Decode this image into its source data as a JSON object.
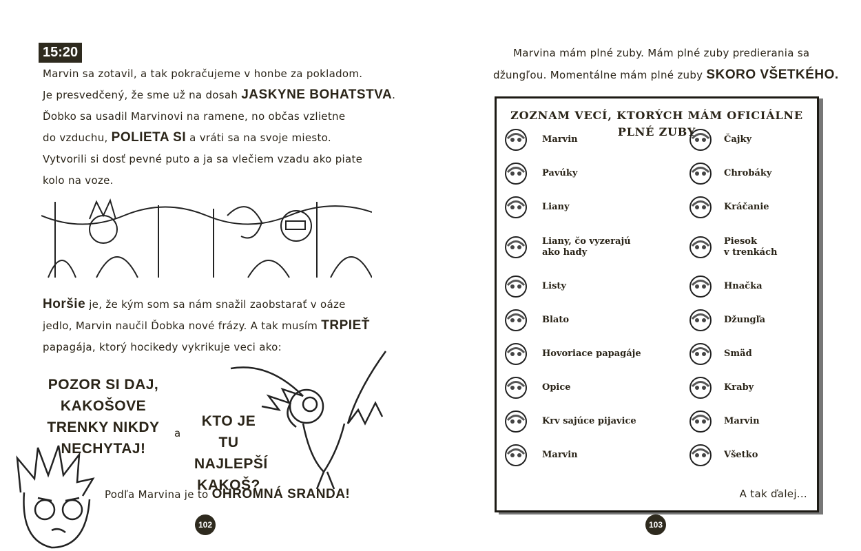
{
  "left_page": {
    "time_badge": "15:20",
    "paragraph1": [
      {
        "pre": "Marvin sa zotavil, a tak pokračujeme v honbe za pokladom.",
        "bold": "",
        "post": ""
      },
      {
        "pre": "Je presvedčený, že sme už na dosah ",
        "bold": "JASKYNE BOHATSTVA",
        "post": "."
      },
      {
        "pre": "      Ďobko sa usadil Marvinovi na ramene, no občas vzlietne",
        "bold": "",
        "post": ""
      },
      {
        "pre": "do vzduchu, ",
        "bold": "POLIETA SI",
        "post": " a vráti sa na svoje miesto."
      },
      {
        "pre": "Vytvorili si dosť pevné puto a ja sa vlečiem vzadu ako piate",
        "bold": "",
        "post": ""
      },
      {
        "pre": "kolo na voze.",
        "bold": "",
        "post": ""
      }
    ],
    "paragraph2": [
      {
        "pre": "      ",
        "bold": "Horšie",
        "post": " je, že kým som sa nám snažil zaobstarať v oáze"
      },
      {
        "pre": "jedlo, Marvin naučil Ďobka nové frázy. A tak musím ",
        "bold": "TRPIEŤ",
        "post": ""
      },
      {
        "pre": "papagája, ktorý hocikedy vykrikuje veci ako:",
        "bold": "",
        "post": ""
      }
    ],
    "shout1": "POZOR SI DAJ, KAKOŠOVE TRENKY NIKDY NECHYTAJ!",
    "connector": "a",
    "shout2": "KTO JE TU NAJLEPŠÍ KAKOŠ?",
    "closing": {
      "pre": "Podľa Marvina je to ",
      "bold": "OHROMNÁ SRANDA!"
    },
    "page_number": "102"
  },
  "right_page": {
    "intro": [
      {
        "pre": "Marvina mám plné zuby. Mám plné zuby predierania sa",
        "bold": ""
      },
      {
        "pre": "džungľou. Momentálne mám plné zuby ",
        "bold": "SKORO VŠETKÉHO."
      }
    ],
    "list_title": [
      "ZOZNAM VECÍ, KTORÝCH MÁM OFICIÁLNE",
      "PLNÉ ZUBY"
    ],
    "left_items": [
      {
        "label": "Marvin",
        "icon": "marvin-face-icon"
      },
      {
        "label": "Pavúky",
        "icon": "spider-icon"
      },
      {
        "label": "Liany",
        "icon": "vine-icon"
      },
      {
        "label": "Liany, čo vyzerajú\nako hady",
        "icon": "snake-vine-icon"
      },
      {
        "label": "Listy",
        "icon": "leaves-icon"
      },
      {
        "label": "Blato",
        "icon": "mud-splat-icon"
      },
      {
        "label": "Hovoriace papagáje",
        "icon": "parrot-icon"
      },
      {
        "label": "Opice",
        "icon": "monkey-icon"
      },
      {
        "label": "Krv sajúce pijavice",
        "icon": "leech-icon"
      },
      {
        "label": "Marvin",
        "icon": "marvin-face-icon"
      }
    ],
    "right_items": [
      {
        "label": "Čajky",
        "icon": "seagull-icon"
      },
      {
        "label": "Chrobáky",
        "icon": "beetle-icon"
      },
      {
        "label": "Kráčanie",
        "icon": "footprints-icon"
      },
      {
        "label": "Piesok\nv trenkách",
        "icon": "sandy-shorts-icon"
      },
      {
        "label": "Hnačka",
        "icon": "splat-icon"
      },
      {
        "label": "Džungľa",
        "icon": "jungle-icon"
      },
      {
        "label": "Smäd",
        "icon": "thirst-thought-icon"
      },
      {
        "label": "Kraby",
        "icon": "crab-icon"
      },
      {
        "label": "Marvin",
        "icon": "marvin-face-icon"
      },
      {
        "label": "Všetko",
        "icon": "globe-icon"
      }
    ],
    "footer_note": "A tak ďalej...",
    "page_number": "103"
  }
}
